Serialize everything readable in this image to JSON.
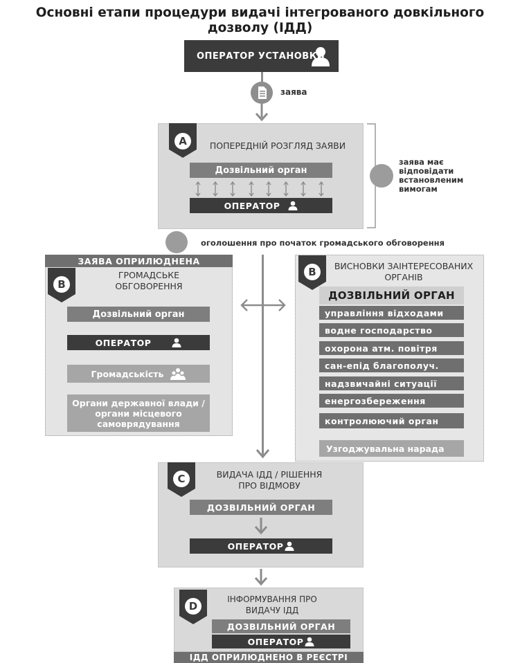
{
  "title": "Основні етапи процедури видачі інтегрованого довкільного дозволу (ІДД)",
  "operator_top": {
    "label": "ОПЕРАТОР УСТАНОВКИ",
    "icon": "user-icon"
  },
  "zayava_label": "заява",
  "stage_a": {
    "letter": "A",
    "title": "ПОПЕРЕДНІЙ РОЗГЛЯД ЗАЯВИ",
    "organ": "Дозвільний орган",
    "operator": "ОПЕРАТОР",
    "note": "заява має відповідати встановленим вимогам"
  },
  "announcement_label": "оголошення про початок громадського обговорення",
  "stage_b_left": {
    "bar": "ЗАЯВА ОПРИЛЮДНЕНА",
    "letter": "B",
    "title": "ГРОМАДСЬКЕ ОБГОВОРЕННЯ",
    "organ": "Дозвільний орган",
    "operator": "ОПЕРАТОР",
    "public": "Громадськість",
    "authorities": "Органи державної влади / органи місцевого самоврядування"
  },
  "stage_b_right": {
    "letter": "B",
    "title": "ВИСНОВКИ ЗАІНТЕРЕСОВАНИХ ОРГАНІВ",
    "organ": "ДОЗВІЛЬНИЙ ОРГАН",
    "items": [
      "управління відходами",
      "водне господарство",
      "охорона  атм. повітря",
      "сан-епід благополуч.",
      "надзвичайні ситуації",
      "енергозбереження",
      "контролюючий орган"
    ],
    "meeting": "Узгоджувальна нарада"
  },
  "stage_c": {
    "letter": "C",
    "title": "ВИДАЧА ІДД / РІШЕННЯ ПРО ВІДМОВУ",
    "organ": "ДОЗВІЛЬНИЙ ОРГАН",
    "operator": "ОПЕРАТОР"
  },
  "stage_d": {
    "letter": "D",
    "title": "ІНФОРМУВАННЯ ПРО ВИДАЧУ ІДД",
    "organ": "ДОЗВІЛЬНИЙ ОРГАН",
    "operator": "ОПЕРАТОР",
    "bar": "ІДД ОПРИЛЮДНЕНО В РЕЄСТРІ"
  },
  "colors": {
    "dark": "#3b3b3b",
    "mid": "#7e7e7e",
    "light": "#a6a6a6",
    "panel": "#d9d9d9"
  }
}
